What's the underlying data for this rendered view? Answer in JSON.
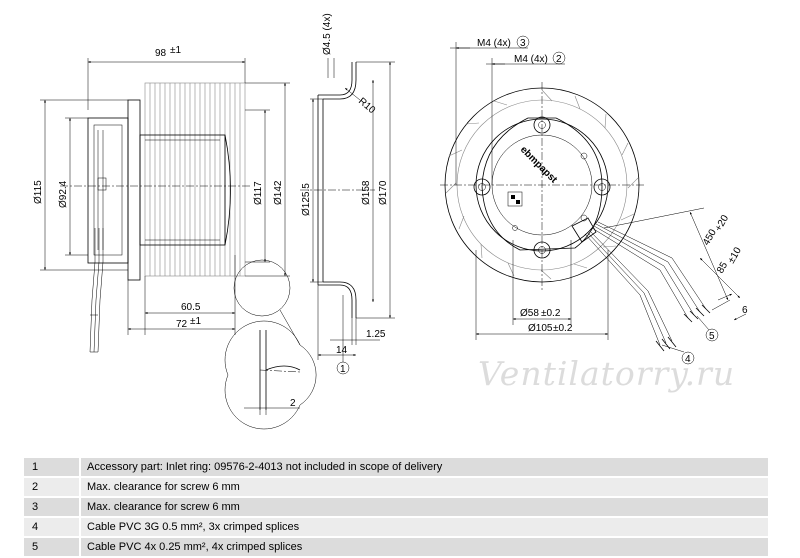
{
  "side_view": {
    "dims": {
      "length": "98",
      "length_tol": "±1",
      "dia_115": "Ø115",
      "dia_92_4": "Ø92.4",
      "dia_117": "Ø117",
      "dia_142": "Ø142",
      "dim_60_5": "60.5",
      "dim_72": "72",
      "dim_72_tol": "±1",
      "detail_2": "2"
    }
  },
  "ring_view": {
    "dims": {
      "hole": "Ø4.5 (4x)",
      "radius": "R10",
      "dia_125_5": "Ø125.5",
      "dia_158": "Ø158",
      "dia_170": "Ø170",
      "dim_1_25": "1.25",
      "dim_14": "14"
    },
    "callout_1": "1"
  },
  "front_view": {
    "dims": {
      "m4_a": "M4 (4x)",
      "m4_b": "M4 (4x)",
      "dia_58": "Ø58",
      "dia_58_tol": "±0.2",
      "dia_105": "Ø105",
      "dia_105_tol": "±0.2",
      "cable_450": "450",
      "cable_450_tol": "+20",
      "cable_85": "85",
      "cable_85_tol": "±10",
      "cable_6": "6"
    },
    "callouts": {
      "c3": "3",
      "c2": "2",
      "c4": "4",
      "c5": "5"
    },
    "logo_text": "ebmpapst"
  },
  "watermark": "Ventilatorry.ru",
  "legend": [
    {
      "num": "1",
      "text": "Accessory part: Inlet ring: 09576-2-4013 not included in scope of delivery"
    },
    {
      "num": "2",
      "text": "Max. clearance for screw 6 mm"
    },
    {
      "num": "3",
      "text": "Max. clearance for screw 6 mm"
    },
    {
      "num": "4",
      "text": "Cable PVC 3G 0.5 mm², 3x crimped splices"
    },
    {
      "num": "5",
      "text": "Cable PVC 4x 0.25 mm², 4x crimped splices"
    }
  ]
}
